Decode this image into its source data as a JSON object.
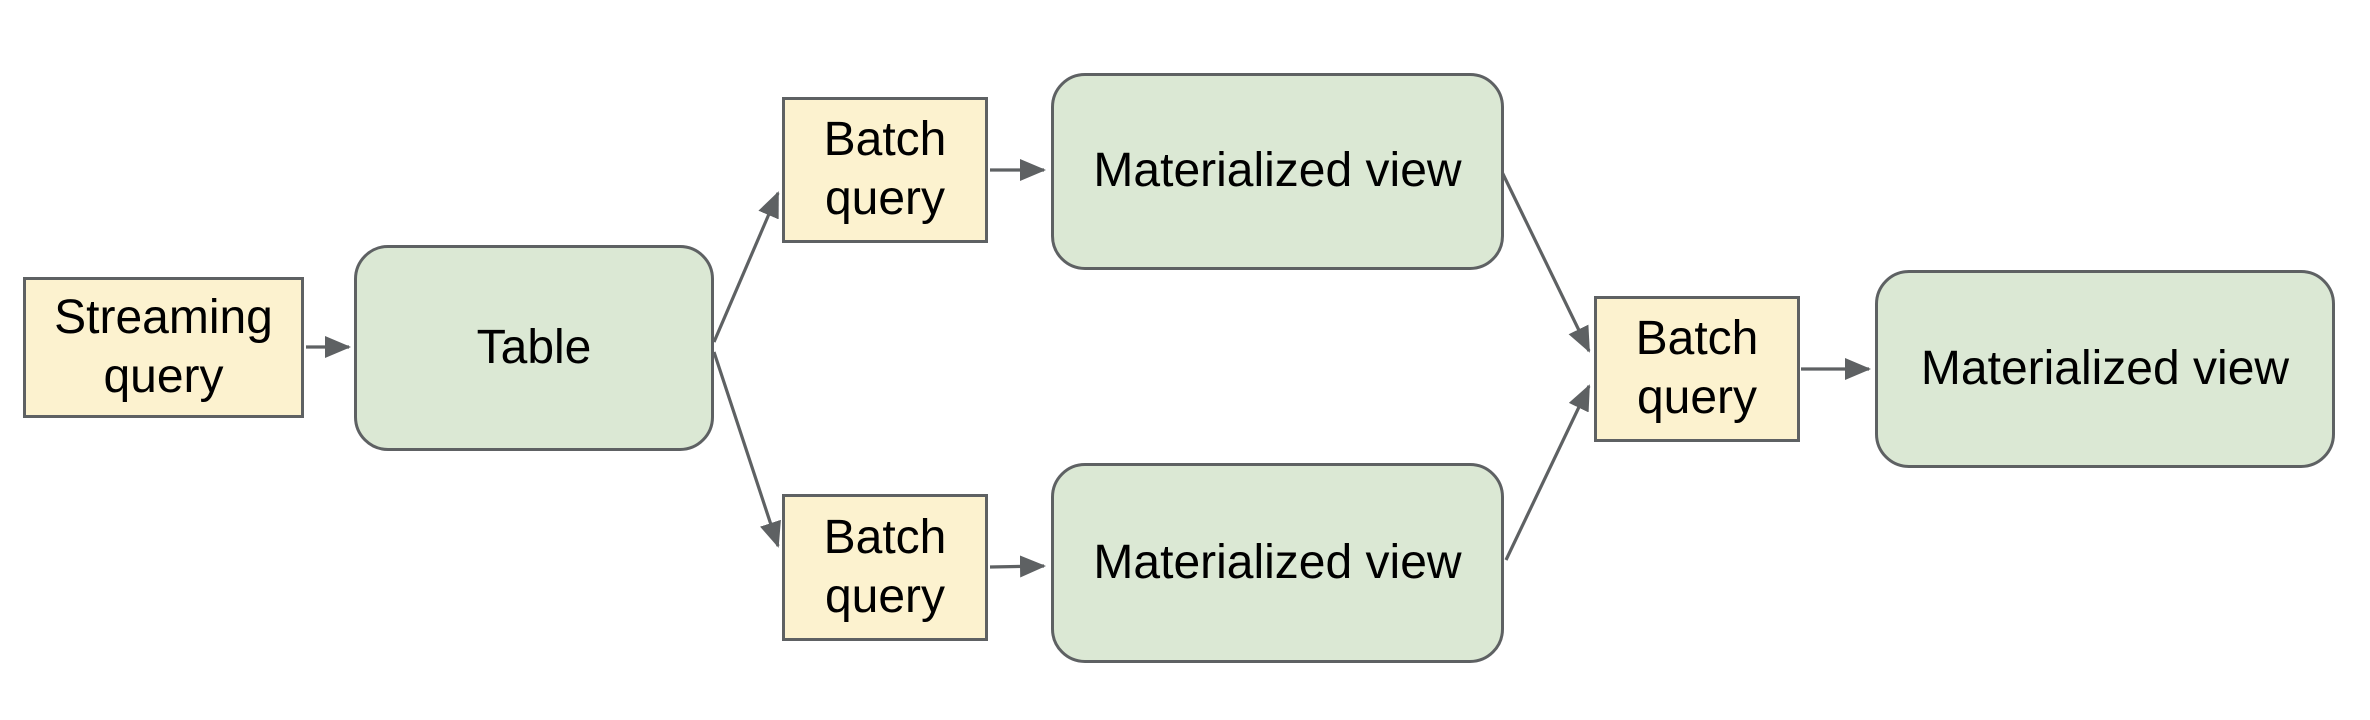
{
  "diagram": {
    "background": "#ffffff",
    "palette": {
      "query_fill": "#fcf2cf",
      "view_fill": "#dbe8d4",
      "stroke": "#5e6163",
      "arrow": "#5e6163",
      "text": "#000000"
    },
    "nodes": {
      "streaming_query": {
        "label": "Streaming query",
        "kind": "query"
      },
      "table": {
        "label": "Table",
        "kind": "table"
      },
      "batch_query_top": {
        "label": "Batch query",
        "kind": "query"
      },
      "materialized_view_top": {
        "label": "Materialized view",
        "kind": "view"
      },
      "batch_query_bottom": {
        "label": "Batch query",
        "kind": "query"
      },
      "materialized_view_bottom": {
        "label": "Materialized view",
        "kind": "view"
      },
      "batch_query_right": {
        "label": "Batch query",
        "kind": "query"
      },
      "materialized_view_right": {
        "label": "Materialized view",
        "kind": "view"
      }
    },
    "edges": [
      {
        "from": "streaming_query",
        "to": "table"
      },
      {
        "from": "table",
        "to": "batch_query_top"
      },
      {
        "from": "table",
        "to": "batch_query_bottom"
      },
      {
        "from": "batch_query_top",
        "to": "materialized_view_top"
      },
      {
        "from": "batch_query_bottom",
        "to": "materialized_view_bottom"
      },
      {
        "from": "materialized_view_top",
        "to": "batch_query_right"
      },
      {
        "from": "materialized_view_bottom",
        "to": "batch_query_right"
      },
      {
        "from": "batch_query_right",
        "to": "materialized_view_right"
      }
    ]
  }
}
